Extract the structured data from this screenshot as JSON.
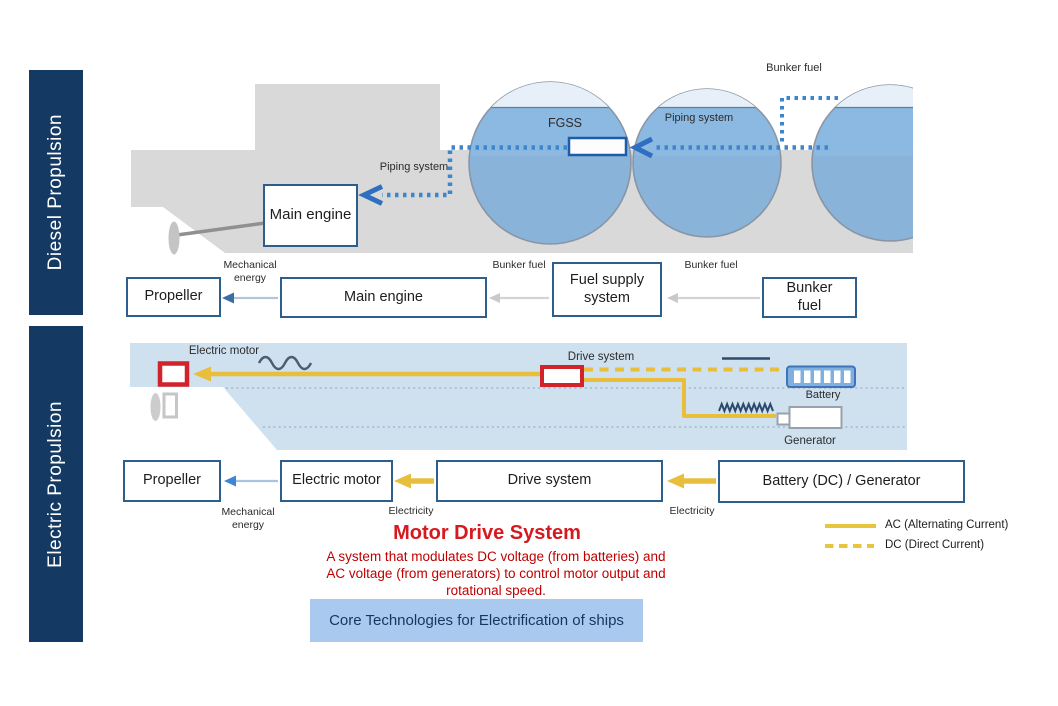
{
  "colors": {
    "sidebar_navy": "#143a64",
    "box_border_blue": "#2d5f8e",
    "hull_gray": "#d9d9d9",
    "tank_blue": "#8cb9e2",
    "electric_hull_blue": "#cfe0ef",
    "pipe_dotted_blue": "#3d85cc",
    "ac_yellow": "#e9be3d",
    "motor_red": "#d2232a",
    "callout_red": "#bf0000",
    "banner_blue": "#a9c9ef"
  },
  "sidebar": {
    "diesel_label": "Diesel Propulsion",
    "electric_label": "Electric Propulsion"
  },
  "diesel": {
    "ship_labels": {
      "main_engine": "Main engine",
      "piping_system_engine": "Piping system",
      "fgss": "FGSS",
      "piping_system_tank": "Piping system",
      "bunker_fuel": "Bunker fuel"
    },
    "flow": {
      "propeller": "Propeller",
      "main_engine": "Main engine",
      "fuel_supply_system": "Fuel supply system",
      "bunker_fuel": "Bunker fuel",
      "link_mechanical": "Mechanical energy",
      "link_bunker_1": "Bunker fuel",
      "link_bunker_2": "Bunker fuel"
    }
  },
  "electric": {
    "ship_labels": {
      "electric_motor": "Electric motor",
      "drive_system": "Drive system",
      "battery": "Battery",
      "generator": "Generator"
    },
    "flow": {
      "propeller": "Propeller",
      "electric_motor": "Electric motor",
      "drive_system": "Drive system",
      "battery_generator": "Battery (DC) / Generator",
      "link_mechanical": "Mechanical energy",
      "link_electricity_1": "Electricity",
      "link_electricity_2": "Electricity"
    }
  },
  "callout": {
    "title": "Motor Drive System",
    "line1": "A system that modulates DC voltage (from batteries) and",
    "line2": "AC voltage (from generators) to control motor output and",
    "line3": "rotational speed."
  },
  "banner": {
    "text": "Core Technologies for Electrification of ships"
  },
  "legend": {
    "ac": "AC (Alternating Current)",
    "dc": "DC (Direct Current)"
  }
}
